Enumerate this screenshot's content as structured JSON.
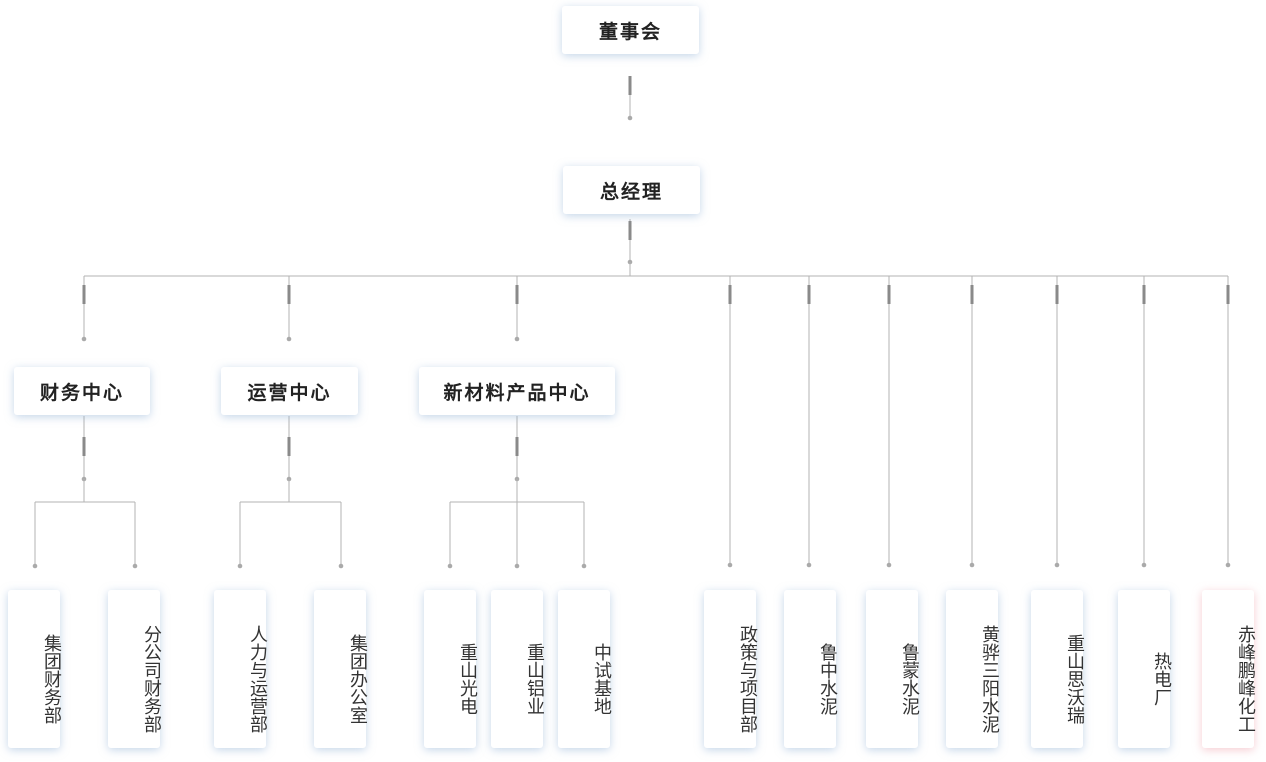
{
  "board": "董事会",
  "gm": "总经理",
  "centers": {
    "finance": "财务中心",
    "operations": "运营中心",
    "materials": "新材料产品中心"
  },
  "depts": {
    "group_finance": "集团财务部",
    "branch_finance": "分公司财务部",
    "hr_ops": "人力与运营部",
    "group_office": "集团办公室",
    "chongshan_pv": "重山光电",
    "chongshan_al": "重山铝业",
    "test_base": "中试基地",
    "policy": "政策与项目部",
    "luzhong_cement": "鲁中水泥",
    "lumeng_cement": "鲁蒙水泥",
    "huanghua_cement": "黄骅三阳水泥",
    "swri": "重山思沃瑞",
    "power": "热电厂",
    "chifeng_chem": "赤峰鹏峰化工"
  }
}
